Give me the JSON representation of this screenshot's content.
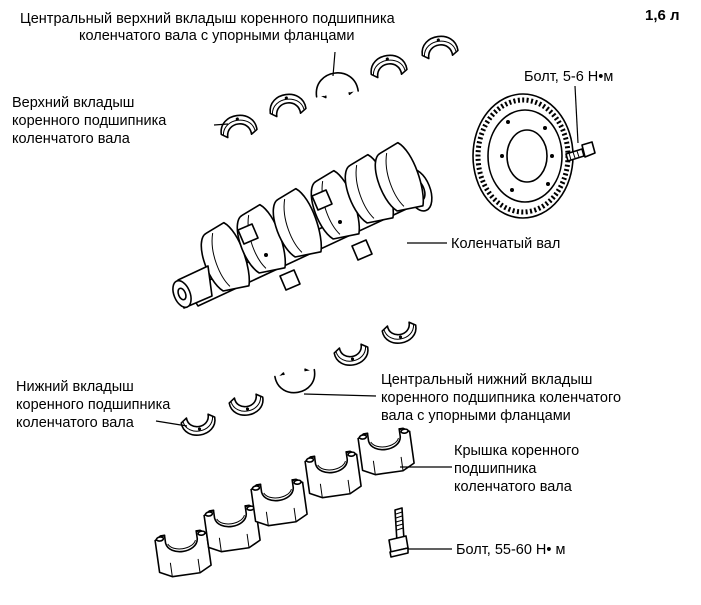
{
  "engine": "1,6 л",
  "labels": {
    "upper_central": [
      "Центральный верхний вкладыш коренного подшипника",
      "коленчатого вала с упорными фланцами"
    ],
    "upper_shell": [
      "Верхний вкладыш",
      "коренного подшипника",
      "коленчатого вала"
    ],
    "flywheel_bolt": "Болт, 5-6 Н•м",
    "crankshaft": "Коленчатый вал",
    "lower_shell": [
      "Нижний вкладыш",
      "коренного подшипника",
      "коленчатого вала"
    ],
    "lower_central": [
      "Центральный нижний вкладыш",
      "коренного подшипника коленчатого",
      "вала с упорными фланцами"
    ],
    "bearing_cap": [
      "Крышка коренного",
      "подшипника",
      "коленчатого вала"
    ],
    "cap_bolt": "Болт, 55-60 Н• м"
  }
}
